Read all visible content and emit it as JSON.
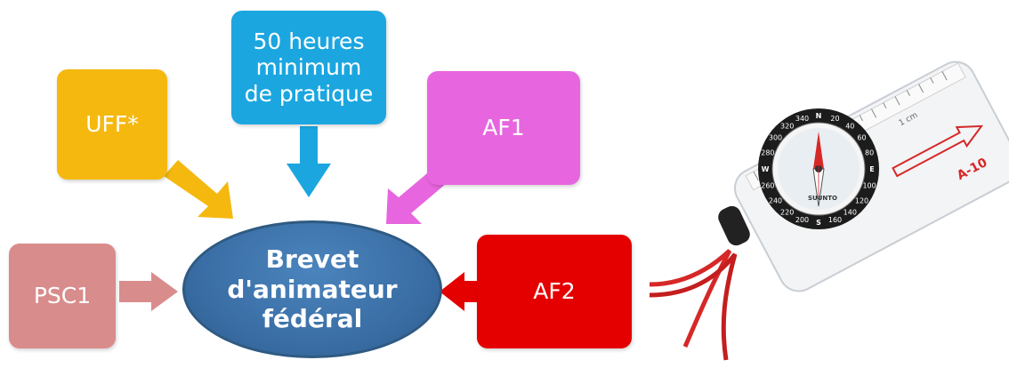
{
  "diagram": {
    "boxes": [
      {
        "id": "hours",
        "lines": [
          "50 heures",
          "minimum",
          "de pratique"
        ],
        "color": "#1ba6e0"
      },
      {
        "id": "uff",
        "lines": [
          "UFF*"
        ],
        "color": "#f5b80f"
      },
      {
        "id": "af1",
        "lines": [
          "AF1"
        ],
        "color": "#e766df"
      },
      {
        "id": "psc1",
        "lines": [
          "PSC1"
        ],
        "color": "#d98c8c"
      },
      {
        "id": "af2",
        "lines": [
          "AF2"
        ],
        "color": "#e50000"
      }
    ],
    "hub": {
      "lines": [
        "Brevet",
        "d'animateur",
        "fédéral"
      ],
      "color": "#3a6ea5"
    }
  },
  "compass": {
    "brand": "SUUNTO",
    "model": "A-10",
    "dial_labels": [
      "N",
      "20",
      "40",
      "60",
      "80",
      "E",
      "100",
      "120",
      "140",
      "160",
      "S",
      "200",
      "220",
      "240",
      "260",
      "W",
      "280",
      "300",
      "320",
      "340"
    ],
    "scale_label": "1 cm"
  }
}
